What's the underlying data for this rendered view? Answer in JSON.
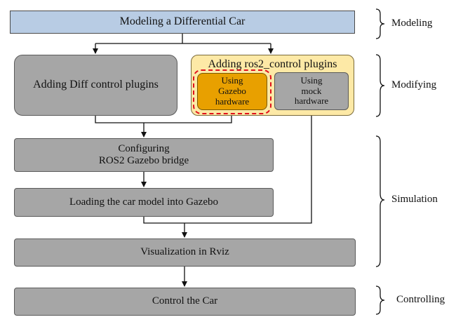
{
  "boxes": {
    "modeling": "Modeling a Differential Car",
    "diff_plugins": "Adding Diff control plugins",
    "ros2_plugins": "Adding ros2_control plugins",
    "gazebo_hw": "Using\nGazebo\nhardware",
    "mock_hw": "Using\nmock\nhardware",
    "bridge": "Configuring\nROS2 Gazebo bridge",
    "loading": "Loading the car model into Gazebo",
    "rviz": "Visualization in Rviz",
    "control": "Control the Car"
  },
  "stages": {
    "modeling": "Modeling",
    "modifying": "Modifying",
    "simulation": "Simulation",
    "controlling": "Controlling"
  },
  "colors": {
    "process_box": "#a6a6a6",
    "start_box": "#b8cce4",
    "plugin_group": "#fde9a6",
    "selected_option": "#e8a000",
    "highlight_dash": "#e0101c"
  }
}
